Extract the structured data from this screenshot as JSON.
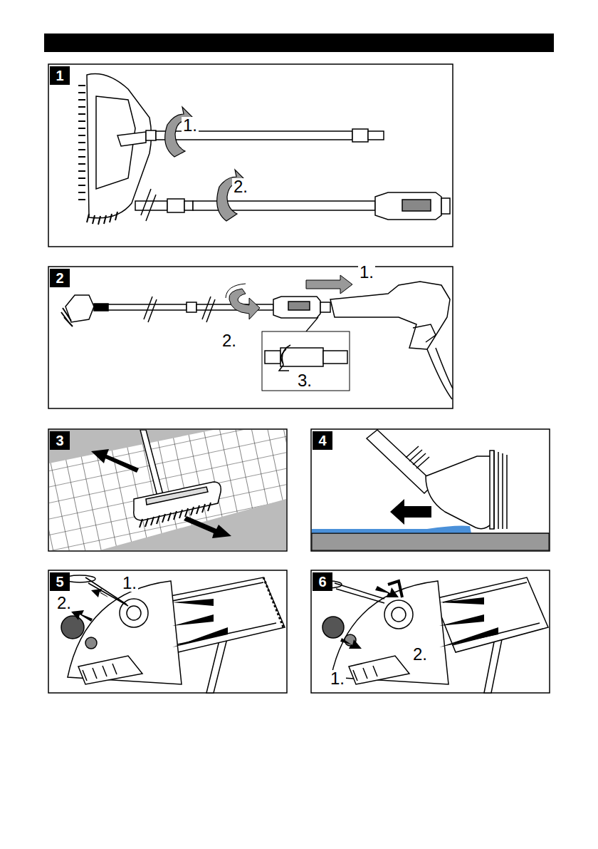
{
  "diagram": {
    "labels": [
      "1",
      "1.",
      "2.",
      "2",
      "1.",
      "2.",
      "3.",
      "3",
      "4",
      "5",
      "1.",
      "2.",
      "6",
      "2.",
      "1."
    ]
  }
}
